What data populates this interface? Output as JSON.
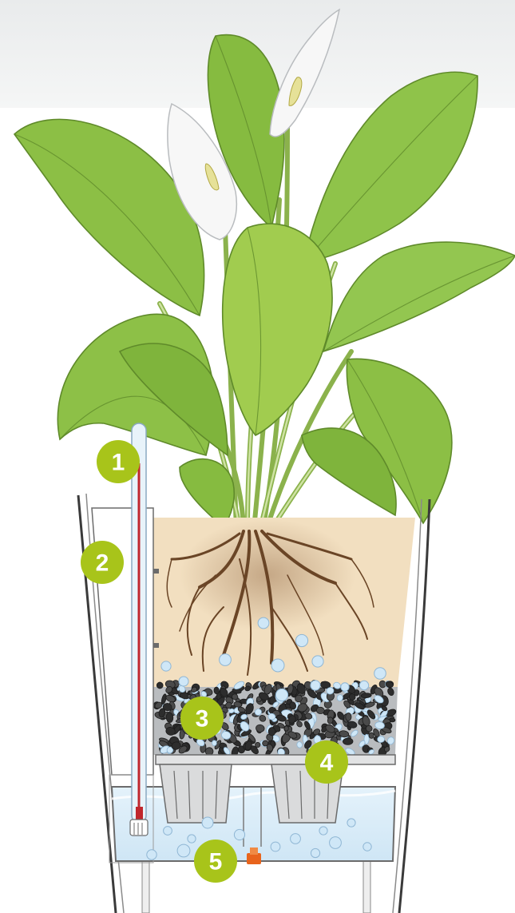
{
  "badges": [
    {
      "label": "1",
      "name": "water-level-indicator"
    },
    {
      "label": "2",
      "name": "indicator-shaft"
    },
    {
      "label": "3",
      "name": "substrate-layer"
    },
    {
      "label": "4",
      "name": "plant-insert-grid"
    },
    {
      "label": "5",
      "name": "water-reservoir-drain"
    }
  ],
  "colors": {
    "accent": "#a8c41a",
    "leaf": "#8cbf45",
    "soil": "#f2dfc0",
    "water": "#d6ecf8",
    "indicator": "#c0272d",
    "drain_plug": "#e8641c"
  }
}
